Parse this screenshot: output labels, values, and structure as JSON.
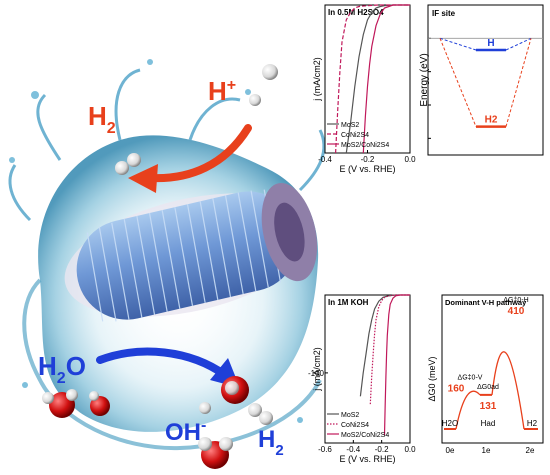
{
  "illustration": {
    "label_hplus": "H",
    "label_hplus_sup": "+",
    "label_h2_top": "H",
    "label_h2_top_sub": "2",
    "label_h2o": "H",
    "label_h2o_sub": "2",
    "label_h2o_tail": "O",
    "label_oh": "OH",
    "label_oh_sup": "-",
    "label_h2_bottom": "H",
    "label_h2_bottom_sub": "2",
    "colors": {
      "top_text": "#e8401c",
      "bottom_text": "#1f3fd8",
      "top_arrow": "#e8401c",
      "bottom_arrow": "#1f3fd8"
    }
  },
  "chart_data": [
    {
      "type": "line",
      "title": "In 0.5M H2SO4",
      "xlabel": "E (V vs. RHE)",
      "ylabel": "j (mA/cm2)",
      "xlim": [
        -0.4,
        0.0
      ],
      "ylim": [
        -100,
        0
      ],
      "xticks": [
        "-0.4",
        "-0.2",
        "0.0"
      ],
      "yticks": [],
      "legend": [
        "MoS2",
        "CoNi2S4",
        "MoS2/CoNi2S4"
      ],
      "series": [
        {
          "name": "MoS2",
          "color": "#555555",
          "dash": "solid",
          "x": [
            -0.3,
            -0.28,
            -0.26,
            -0.24,
            -0.22,
            -0.2,
            -0.18,
            -0.16,
            -0.14,
            -0.12,
            -0.08,
            0.0
          ],
          "y": [
            -100,
            -80,
            -55,
            -35,
            -20,
            -10,
            -5,
            -2,
            -1,
            -0.5,
            0,
            0
          ]
        },
        {
          "name": "CoNi2S4",
          "color": "#c0185a",
          "dash": "dash",
          "x": [
            -0.35,
            -0.34,
            -0.33,
            -0.32,
            -0.3,
            -0.28,
            -0.26,
            -0.24,
            -0.2,
            -0.15,
            0.0
          ],
          "y": [
            -100,
            -70,
            -45,
            -25,
            -10,
            -5,
            -2,
            -1,
            -0.5,
            0,
            0
          ]
        },
        {
          "name": "MoS2/CoNi2S4",
          "color": "#c0185a",
          "dash": "solid",
          "x": [
            -0.22,
            -0.21,
            -0.2,
            -0.19,
            -0.18,
            -0.16,
            -0.14,
            -0.12,
            -0.1,
            -0.08,
            0.0
          ],
          "y": [
            -100,
            -75,
            -55,
            -40,
            -28,
            -14,
            -6,
            -2,
            -1,
            0,
            0
          ]
        }
      ]
    },
    {
      "type": "line",
      "title": "IF site",
      "ylabel": "Energy (eV)",
      "ylim": [
        -0.7,
        0.2
      ],
      "yticks": [
        "0.0",
        "-0.2",
        "-0.4",
        "-0.6"
      ],
      "series": [
        {
          "name": "H",
          "color": "#1f3fd8",
          "level": -0.07
        },
        {
          "name": "H2",
          "color": "#e8401c",
          "level": -0.53
        }
      ]
    },
    {
      "type": "line",
      "title": "In 1M KOH",
      "xlabel": "E (V vs. RHE)",
      "ylabel": "j (mA/cm2)",
      "xlim": [
        -0.6,
        0.0
      ],
      "ylim": [
        -190,
        0
      ],
      "xticks": [
        "-0.6",
        "-0.4",
        "-0.2",
        "0.0"
      ],
      "yticks": [
        "-100"
      ],
      "legend": [
        "MoS2",
        "CoNi2S4",
        "MoS2/CoNi2S4"
      ],
      "series": [
        {
          "name": "MoS2",
          "color": "#555555",
          "dash": "solid",
          "x": [
            -0.35,
            -0.33,
            -0.31,
            -0.29,
            -0.27,
            -0.25,
            -0.22,
            -0.19,
            -0.15,
            -0.1,
            0.0
          ],
          "y": [
            -130,
            -100,
            -75,
            -50,
            -32,
            -18,
            -8,
            -3,
            -1,
            0,
            0
          ]
        },
        {
          "name": "CoNi2S4",
          "color": "#c0185a",
          "dash": "dot",
          "x": [
            -0.28,
            -0.27,
            -0.26,
            -0.25,
            -0.24,
            -0.22,
            -0.2,
            -0.18,
            -0.15,
            -0.1,
            0.0
          ],
          "y": [
            -140,
            -105,
            -75,
            -50,
            -32,
            -15,
            -7,
            -3,
            -1,
            0,
            0
          ]
        },
        {
          "name": "MoS2/CoNi2S4",
          "color": "#c0185a",
          "dash": "solid",
          "x": [
            -0.18,
            -0.175,
            -0.17,
            -0.165,
            -0.16,
            -0.15,
            -0.14,
            -0.12,
            -0.1,
            -0.07,
            0.0
          ],
          "y": [
            -180,
            -140,
            -105,
            -75,
            -52,
            -25,
            -12,
            -4,
            -1,
            0,
            0
          ]
        }
      ]
    },
    {
      "type": "line",
      "title": "Dominant V-H pathway",
      "ylabel": "ΔG0 (meV)",
      "xticks": [
        "0e",
        "1e",
        "2e"
      ],
      "ylim": [
        0,
        430
      ],
      "states": [
        {
          "label": "H2O",
          "value": 0
        },
        {
          "label": "ΔG‡0-V",
          "value": 160
        },
        {
          "label": "ΔG0ad",
          "value": 131
        },
        {
          "label": "ΔG‡0-H",
          "value": 410
        },
        {
          "label": "H2",
          "value": 0
        }
      ],
      "state_labels": {
        "h2o": "H2O",
        "had": "Had",
        "h2": "H2"
      },
      "values_printed": [
        "160",
        "131",
        "410"
      ]
    }
  ]
}
